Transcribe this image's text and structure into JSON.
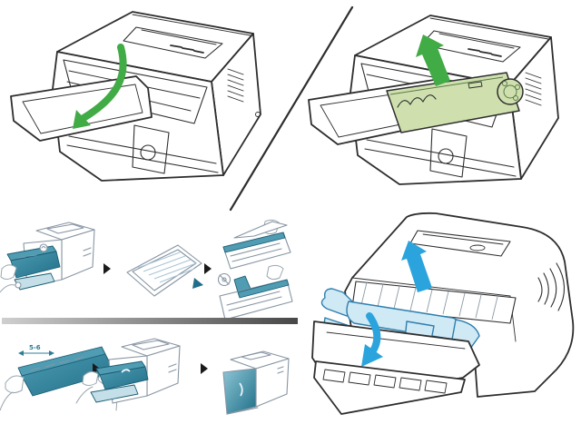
{
  "figure": {
    "title": "printer-toner-cartridge-replacement-steps",
    "panels": [
      {
        "id": "open-front-cover",
        "arrow": "green-curved-down"
      },
      {
        "id": "lift-cartridge-out",
        "arrow": "green-straight-up"
      },
      {
        "id": "new-cartridge-quick-steps",
        "rows": 2
      },
      {
        "id": "remove-cartridge-hp-style",
        "arrows": [
          "blue-straight-up",
          "blue-curved-down"
        ]
      }
    ],
    "quick_steps": {
      "row1": [
        "pull-cartridge-out-of-printer",
        "remove-protective-sheet",
        "peel-sealing-tape-do-not-touch-drum"
      ],
      "row2": [
        "shake-cartridge-side-to-side",
        "insert-cartridge-into-printer",
        "close-front-cover"
      ]
    },
    "annotations": {
      "shake_times": "5-6"
    }
  },
  "colors": {
    "background": "#ffffff",
    "line": "#2e2e2e",
    "mini_line": "#8795a3",
    "hand_line": "#9aa7b0",
    "green_arrow": "#41ab45",
    "cartridge_green": "#cfe0ae",
    "blue_arrow": "#2ba4dd",
    "blue_part_fill": "#cfe9f5",
    "blue_part_line": "#2e7fae",
    "teal_dark": "#1f6f88",
    "teal_mid": "#4f9cb3",
    "teal_light": "#c4dfe8",
    "teal_line": "#1b5d74",
    "divider_from": "#cfcfcf",
    "divider_to": "#474747",
    "step_arrow": "#1a1a1a",
    "annotation_teal": "#2f7d95"
  }
}
